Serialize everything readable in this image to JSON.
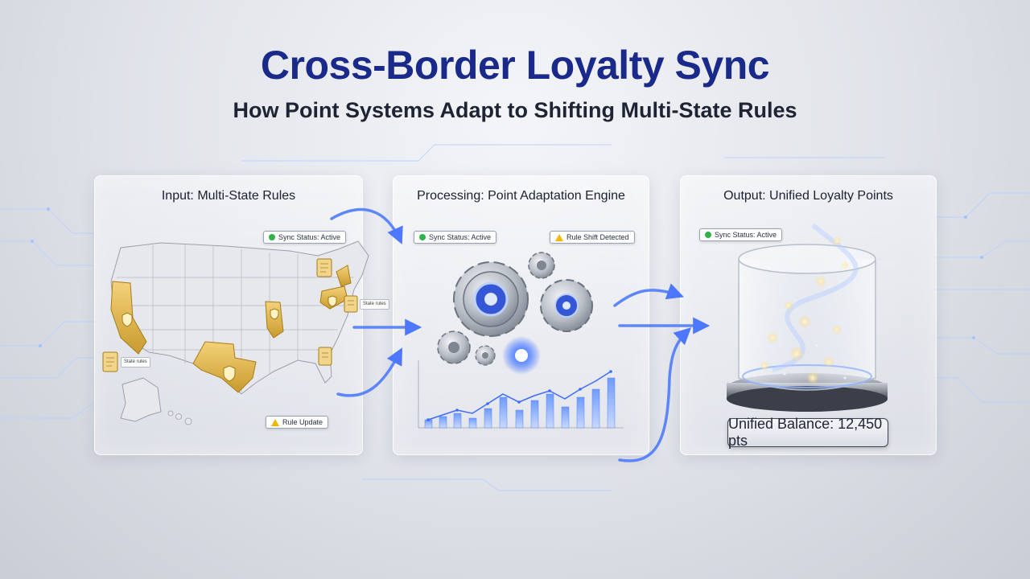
{
  "header": {
    "title": "Cross-Border Loyalty Sync",
    "subtitle": "How Point Systems Adapt to Shifting Multi-State Rules"
  },
  "panels": {
    "input": {
      "title": "Input: Multi-State Rules",
      "sync_badge": "Sync Status: Active",
      "rule_badge": "Rule Update",
      "doc_label": "State rules"
    },
    "processing": {
      "title": "Processing: Point Adaptation Engine",
      "sync_badge": "Sync Status: Active",
      "shift_badge": "Rule Shift Detected"
    },
    "output": {
      "title": "Output: Unified Loyalty Points",
      "sync_badge": "Sync Status: Active",
      "balance": "Unified Balance: 12,450 pts"
    }
  },
  "colors": {
    "title": "#1a2a8a",
    "accent_blue": "#3d6bff",
    "state_gold": "#e5b94d",
    "status_green": "#2fb34a",
    "warn_yellow": "#f2b705"
  },
  "icons": [
    "checkmark-dot-icon",
    "warning-icon",
    "document-icon",
    "shield-icon",
    "gear-icon",
    "arrow-icon"
  ]
}
